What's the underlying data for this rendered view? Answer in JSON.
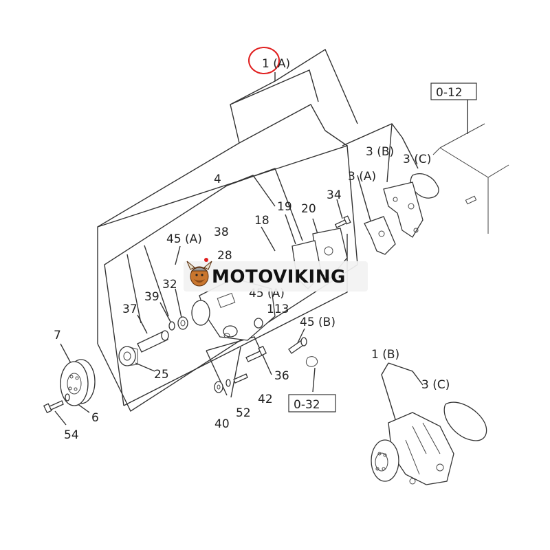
{
  "labels": {
    "l1a": "1 (A)",
    "l012": "0-12",
    "l3b": "3 (B)",
    "l3c_top": "3 (C)",
    "l3a": "3 (A)",
    "l4": "4",
    "l34": "34",
    "l18": "18",
    "l19": "19",
    "l20": "20",
    "l45a_left": "45 (A)",
    "l38": "38",
    "l28": "28",
    "l32": "32",
    "l39": "39",
    "l37": "37",
    "l45a_mid": "45 (A)",
    "l113": "113",
    "l45b": "45 (B)",
    "l7": "7",
    "l25": "25",
    "l36": "36",
    "l42": "42",
    "l52": "52",
    "l40": "40",
    "l032": "0-32",
    "l6": "6",
    "l54": "54",
    "l1b": "1 (B)",
    "l3c_bottom": "3 (C)"
  },
  "watermark": {
    "text": "MOTOVIKING",
    "mascot": "viking-mascot-icon"
  },
  "colors": {
    "highlight_circle": "#e02020",
    "line": "#333333",
    "watermark_bg": "#f2f2f2"
  }
}
